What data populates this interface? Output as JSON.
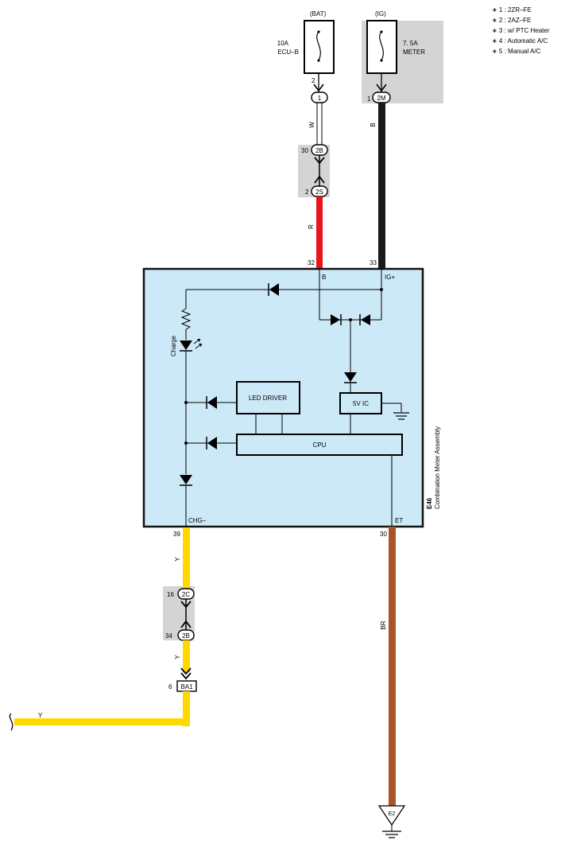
{
  "legend": [
    "∗ 1 : 2ZR–FE",
    "∗ 2 : 2AZ–FE",
    "∗ 3 : w/ PTC Heater",
    "∗ 4 : Automatic A/C",
    "∗ 5 : Manual A/C"
  ],
  "fuse_bat": {
    "source": "(BAT)",
    "rating": "10A",
    "name": "ECU–B",
    "pin": "2",
    "connector": "1"
  },
  "fuse_ig": {
    "source": "(IG)",
    "rating": "7. 5A",
    "name": "METER",
    "pin": "1",
    "connector": "2M"
  },
  "wires": {
    "w": "W",
    "r": "R",
    "b": "B",
    "y_top": "Y",
    "y_mid": "Y",
    "y_bottom": "Y",
    "br": "BR"
  },
  "junction_top": {
    "pin1": "30",
    "conn1": "2B",
    "pin2": "2",
    "conn2": "2S"
  },
  "junction_bottom": {
    "pin1": "16",
    "conn1": "2C",
    "pin2": "34",
    "conn2": "2B"
  },
  "meter": {
    "code": "E46",
    "name": "Combination Meter Assembly",
    "pin_b": "32",
    "pin_ig": "33",
    "term_b": "B",
    "term_ig": "IG+",
    "pin_chg": "39",
    "term_chg": "CHG–",
    "pin_et": "30",
    "term_et": "ET",
    "led_driver": "LED DRIVER",
    "ic5v": "5V IC",
    "cpu": "CPU",
    "charge": "Charge"
  },
  "connector_ba1": {
    "pin": "6",
    "name": "BA1"
  },
  "ground": {
    "name": "E2"
  },
  "colors": {
    "box_fill": "#cce9f7",
    "red": "#e8141c",
    "yellow": "#ffd800",
    "black": "#1a1a1a",
    "brown": "#a9542a",
    "grey": "#d4d4d4"
  }
}
